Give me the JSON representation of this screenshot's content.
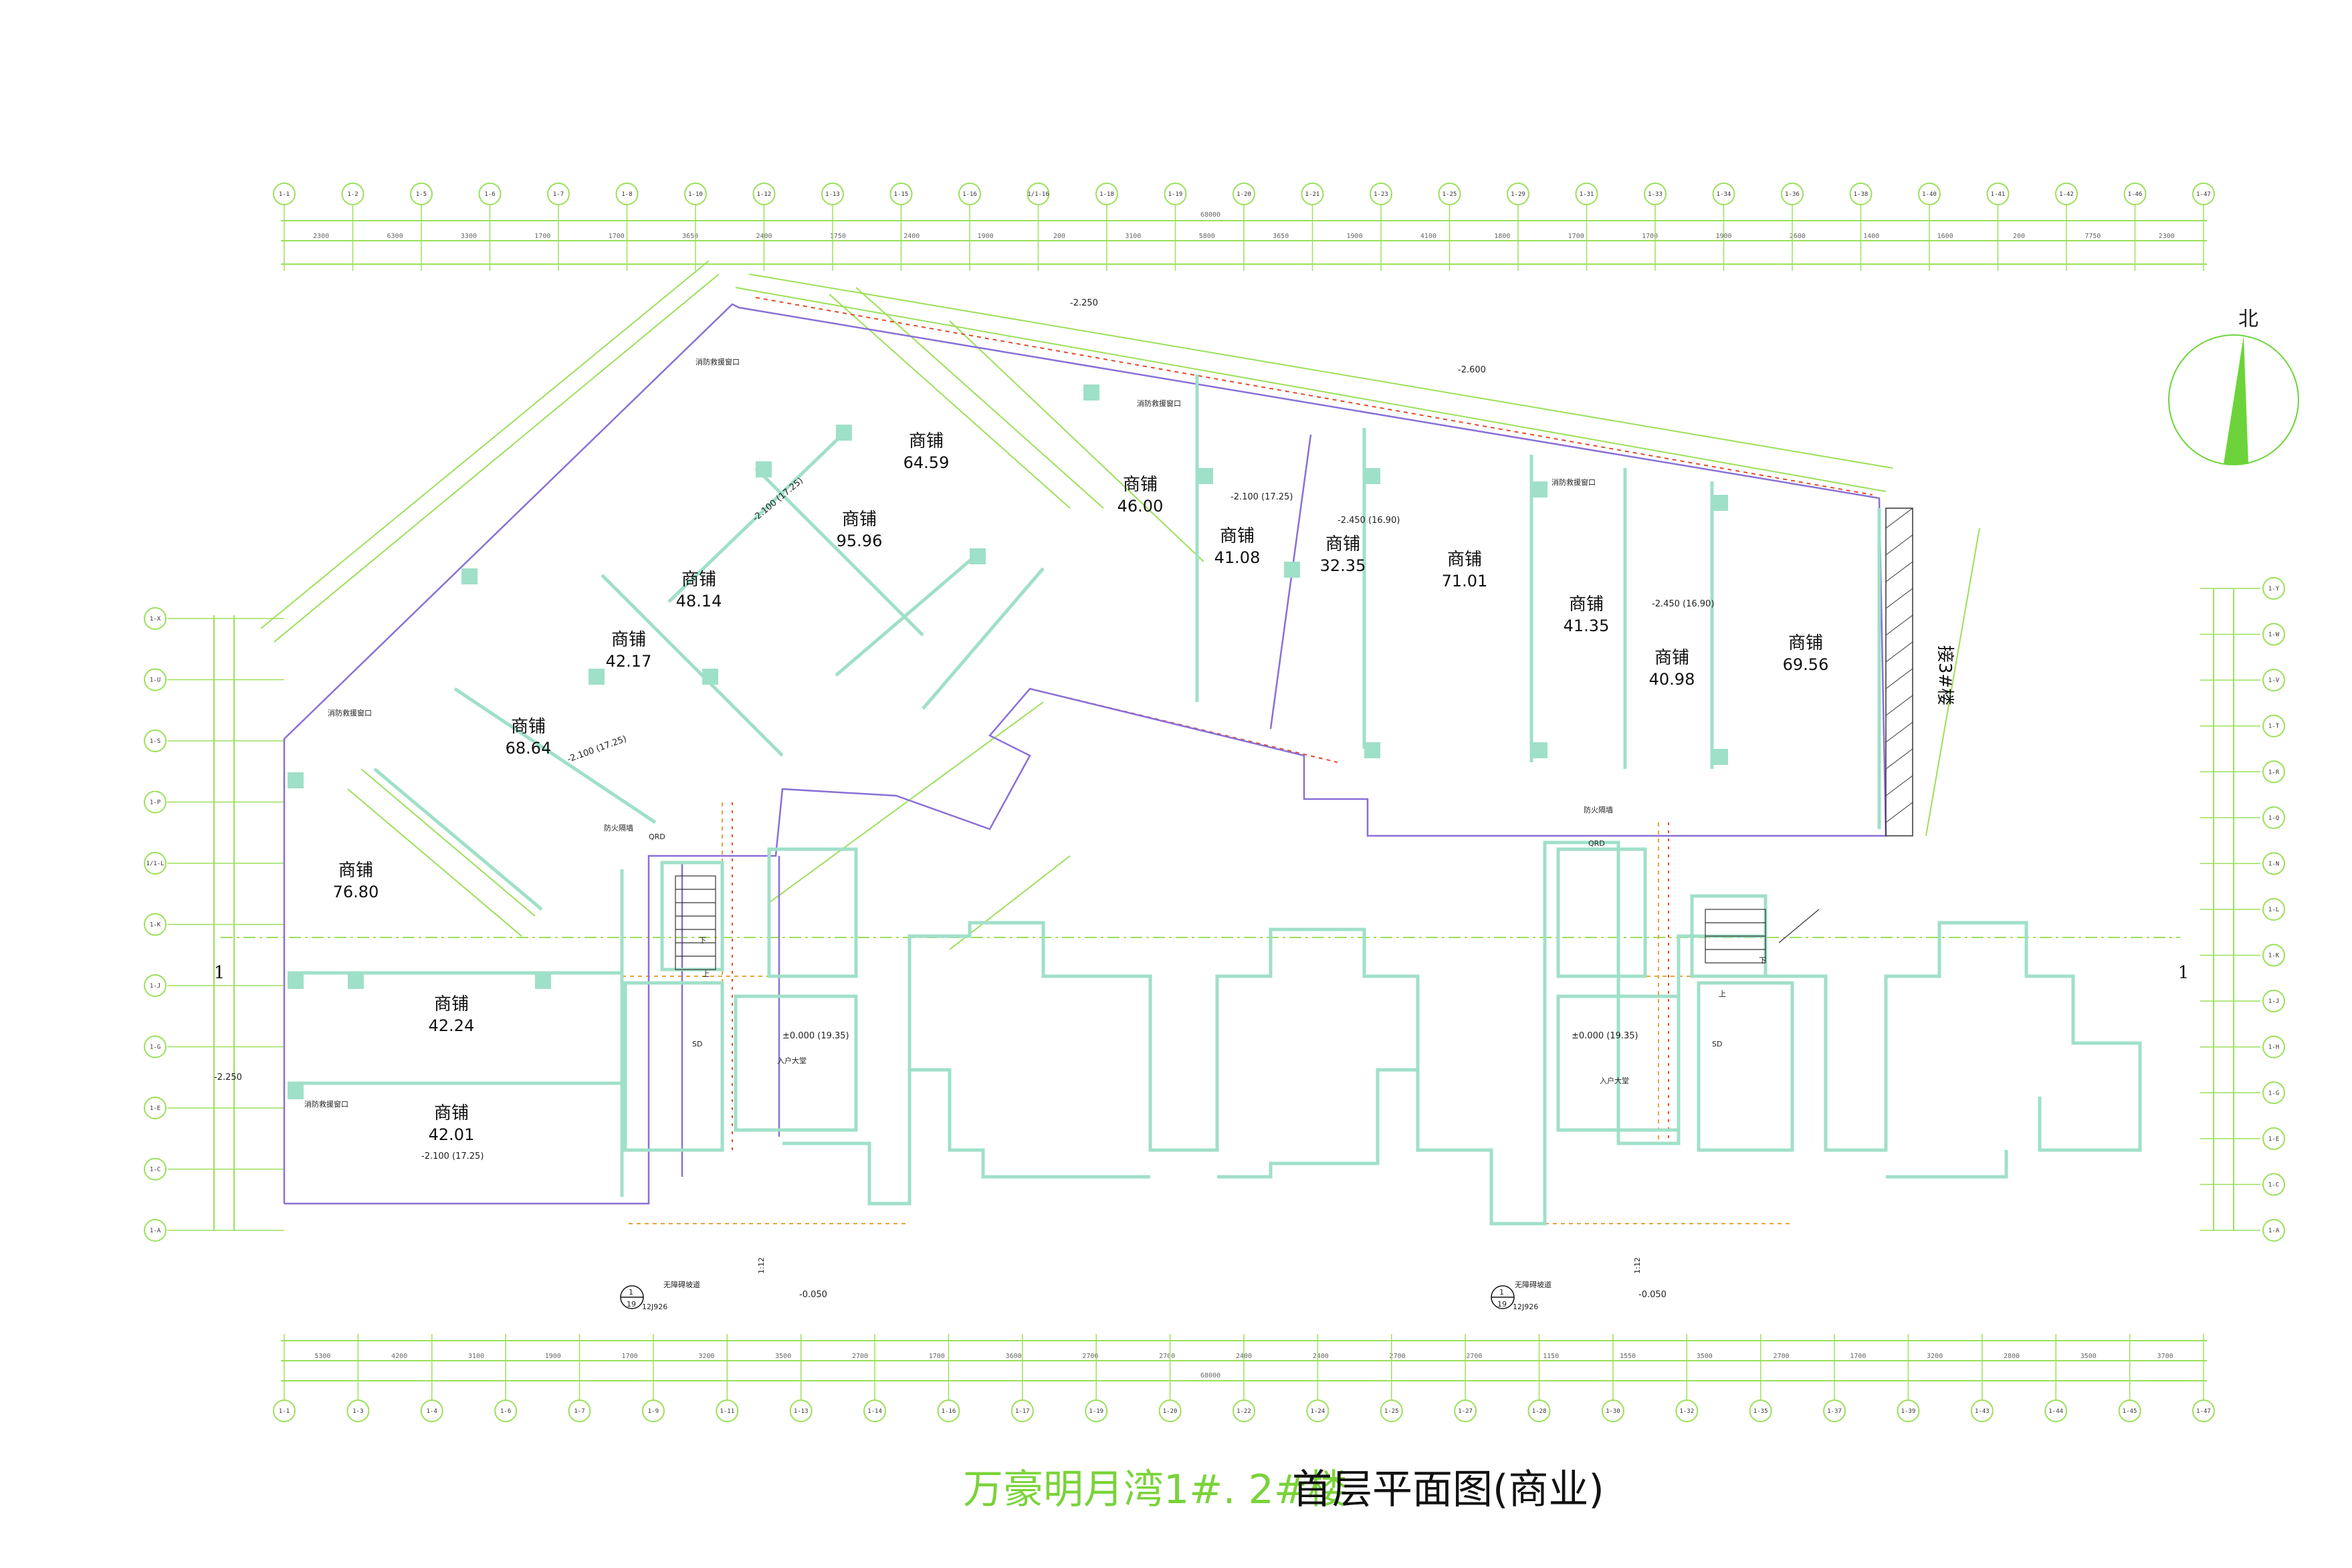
{
  "title": {
    "project": "万豪明月湾1#. 2#楼",
    "sheet": "首层平面图(商业)"
  },
  "north_label": "北",
  "top_axes": [
    "1-1",
    "1-2",
    "1-5",
    "1-6",
    "1-7",
    "1-8",
    "1-10",
    "1-12",
    "1-13",
    "1-15",
    "1-16",
    "1/1-16",
    "1-18",
    "1-19",
    "1-20",
    "1-21",
    "1-23",
    "1-25",
    "1-29",
    "1-31",
    "1-33",
    "1-34",
    "1-36",
    "1-38",
    "1-40",
    "1-41",
    "1-42",
    "1-46",
    "1-47"
  ],
  "top_dims": [
    "2300",
    "6300",
    "3300",
    "1700",
    "1700",
    "3650",
    "2400",
    "1750",
    "2400",
    "1900",
    "200",
    "3100",
    "5800",
    "3650",
    "1900",
    "4100",
    "1800",
    "1700",
    "1700",
    "1900",
    "2600",
    "1400",
    "1600",
    "200",
    "7750",
    "2300"
  ],
  "top_total": "68000",
  "bottom_axes": [
    "1-1",
    "1-3",
    "1-4",
    "1-6",
    "1-7",
    "1-9",
    "1-11",
    "1-13",
    "1-14",
    "1-16",
    "1-17",
    "1-19",
    "1-20",
    "1-22",
    "1-24",
    "1-25",
    "1-27",
    "1-28",
    "1-30",
    "1-32",
    "1-35",
    "1-37",
    "1-39",
    "1-43",
    "1-44",
    "1-45",
    "1-47"
  ],
  "bottom_dims": [
    "5300",
    "4200",
    "3100",
    "1900",
    "1700",
    "3200",
    "3500",
    "2700",
    "1700",
    "3600",
    "2700",
    "2700",
    "2400",
    "2400",
    "2700",
    "2700",
    "1150",
    "1550",
    "3500",
    "2700",
    "1700",
    "3200",
    "2800",
    "3500",
    "3700"
  ],
  "bottom_total": "68000",
  "left_axes": [
    "1-X",
    "1-U",
    "1-S",
    "1-P",
    "1/1-L",
    "1-K",
    "1-J",
    "1-G",
    "1-E",
    "1-C",
    "1-A"
  ],
  "right_axes": [
    "1-Y",
    "1-W",
    "1-V",
    "1-T",
    "1-R",
    "1-Q",
    "1-N",
    "1-L",
    "1-K",
    "1-J",
    "1-H",
    "1-G",
    "1-E",
    "1-C",
    "1-A"
  ],
  "rooms": [
    {
      "label": "商铺",
      "area": "64.59"
    },
    {
      "label": "商铺",
      "area": "95.96"
    },
    {
      "label": "商铺",
      "area": "46.00"
    },
    {
      "label": "商铺",
      "area": "41.08"
    },
    {
      "label": "商铺",
      "area": "32.35"
    },
    {
      "label": "商铺",
      "area": "71.01"
    },
    {
      "label": "商铺",
      "area": "41.35"
    },
    {
      "label": "商铺",
      "area": "40.98"
    },
    {
      "label": "商铺",
      "area": "69.56"
    },
    {
      "label": "商铺",
      "area": "48.14"
    },
    {
      "label": "商铺",
      "area": "42.17"
    },
    {
      "label": "商铺",
      "area": "68.64"
    },
    {
      "label": "商铺",
      "area": "76.80"
    },
    {
      "label": "商铺",
      "area": "42.24"
    },
    {
      "label": "商铺",
      "area": "42.01"
    }
  ],
  "elevations": {
    "e1": "-2.250",
    "e2": "-2.600",
    "e3": "-2.100 (17.25)",
    "e4": "-2.450 (16.90)",
    "e5": "-2.450 (16.90)",
    "e6": "-2.100 (17.25)",
    "e7": "-2.100 (17.25)",
    "e8": "-2.100 (17.25)",
    "e9": "-2.250",
    "e10": "±0.000 (19.35)",
    "e11": "±0.000 (19.35)",
    "e12": "-0.050",
    "e13": "-0.050"
  },
  "notes": {
    "fire_exit": "防火隔墙",
    "smoke_vent": "消防救援窗口",
    "qrd": "QRD",
    "sd": "SD",
    "entrance": "入户大堂",
    "ramp": "无障碍坡道",
    "slope": "1:12",
    "detail_no": "1",
    "detail_sheet": "19",
    "detail_ref": "12J926",
    "adjacent": "接3#楼",
    "up": "上",
    "down": "下",
    "grid_line": "1"
  },
  "colors": {
    "axis": "#9be05a",
    "wall": "#9fe0c8",
    "outline": "#8a6fd6",
    "dim_red": "#e04a2a",
    "dim_orange": "#e8a23a",
    "north_fill": "#6cd43a",
    "title_green": "#7ad33a"
  }
}
